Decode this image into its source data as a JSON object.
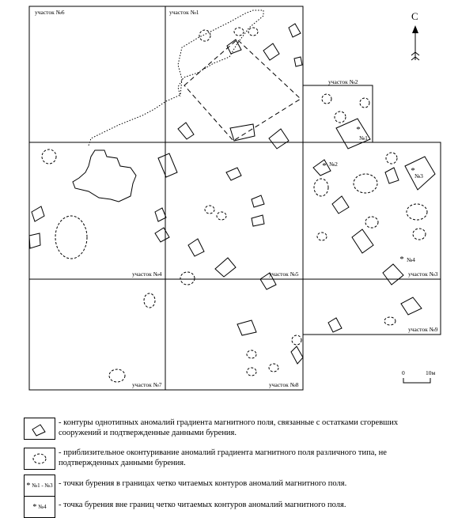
{
  "plots": {
    "p6": "участок №6",
    "p1": "участок №1",
    "p2": "участок №2",
    "p3": "участок №3",
    "p4": "участок №4",
    "p5": "участок №5",
    "p7": "участок №7",
    "p8": "участок №8",
    "p9": "участок №9"
  },
  "north": "С",
  "boreholes": {
    "b1": "№1",
    "b2": "№2",
    "b3": "№3",
    "b4": "№4"
  },
  "scale": {
    "zero": "0",
    "ten": "10м"
  },
  "legend": {
    "item1": "- контуры однотипных аномалий градиента магнитного поля, связанные с остатками сгоревших сооружений и подтвержденные данными бурения.",
    "item2": "- приблизительное оконтуривание аномалий градиента магнитного поля различного типа, не подтвержденных данными бурения.",
    "item3_sym": "№1 - №3",
    "item3": "- точки бурения в границах четко читаемых контуров аномалий магнитного поля.",
    "item4_sym": "№4",
    "item4": "- точка бурения вне границ четко читаемых контуров аномалий магнитного поля."
  }
}
